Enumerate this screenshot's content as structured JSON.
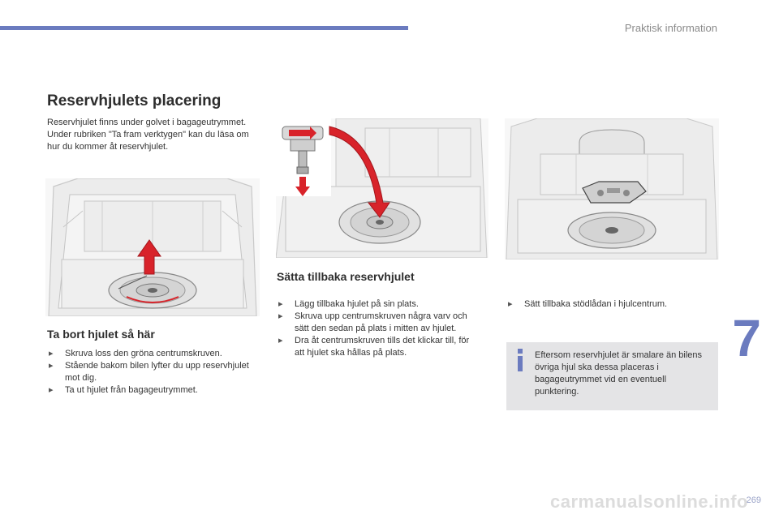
{
  "header": {
    "section_name": "Praktisk information",
    "chapter_number": "7",
    "page_number": "269"
  },
  "watermark": "carmanualsonline.info",
  "main_title": "Reservhjulets placering",
  "intro": [
    "Reservhjulet finns under golvet i bagageutrymmet.",
    "Under rubriken \"Ta fram verktygen\" kan du läsa om hur du kommer åt reservhjulet."
  ],
  "remove_section": {
    "title": "Ta bort hjulet så här",
    "steps": [
      "Skruva loss den gröna centrumskruven.",
      "Stående bakom bilen lyfter du upp reservhjulet mot dig.",
      "Ta ut hjulet från bagageutrymmet."
    ]
  },
  "refit_section": {
    "title": "Sätta tillbaka reservhjulet",
    "steps": [
      "Lägg tillbaka hjulet på sin plats.",
      "Skruva upp centrumskruven några varv och sätt den sedan på plats i mitten av hjulet.",
      "Dra åt centrumskruven tills det klickar till, för att hjulet ska hållas på plats."
    ]
  },
  "right_step": "Sätt tillbaka stödlådan i hjulcentrum.",
  "info_box": {
    "icon": "info-icon",
    "text": "Eftersom reservhjulet är smalare än bilens övriga hjul ska dessa placeras i bagageutrymmet vid en eventuell punktering."
  },
  "colors": {
    "accent": "#6b7bbf",
    "arrow_red": "#d8232a",
    "info_bg": "#e4e4e6"
  }
}
